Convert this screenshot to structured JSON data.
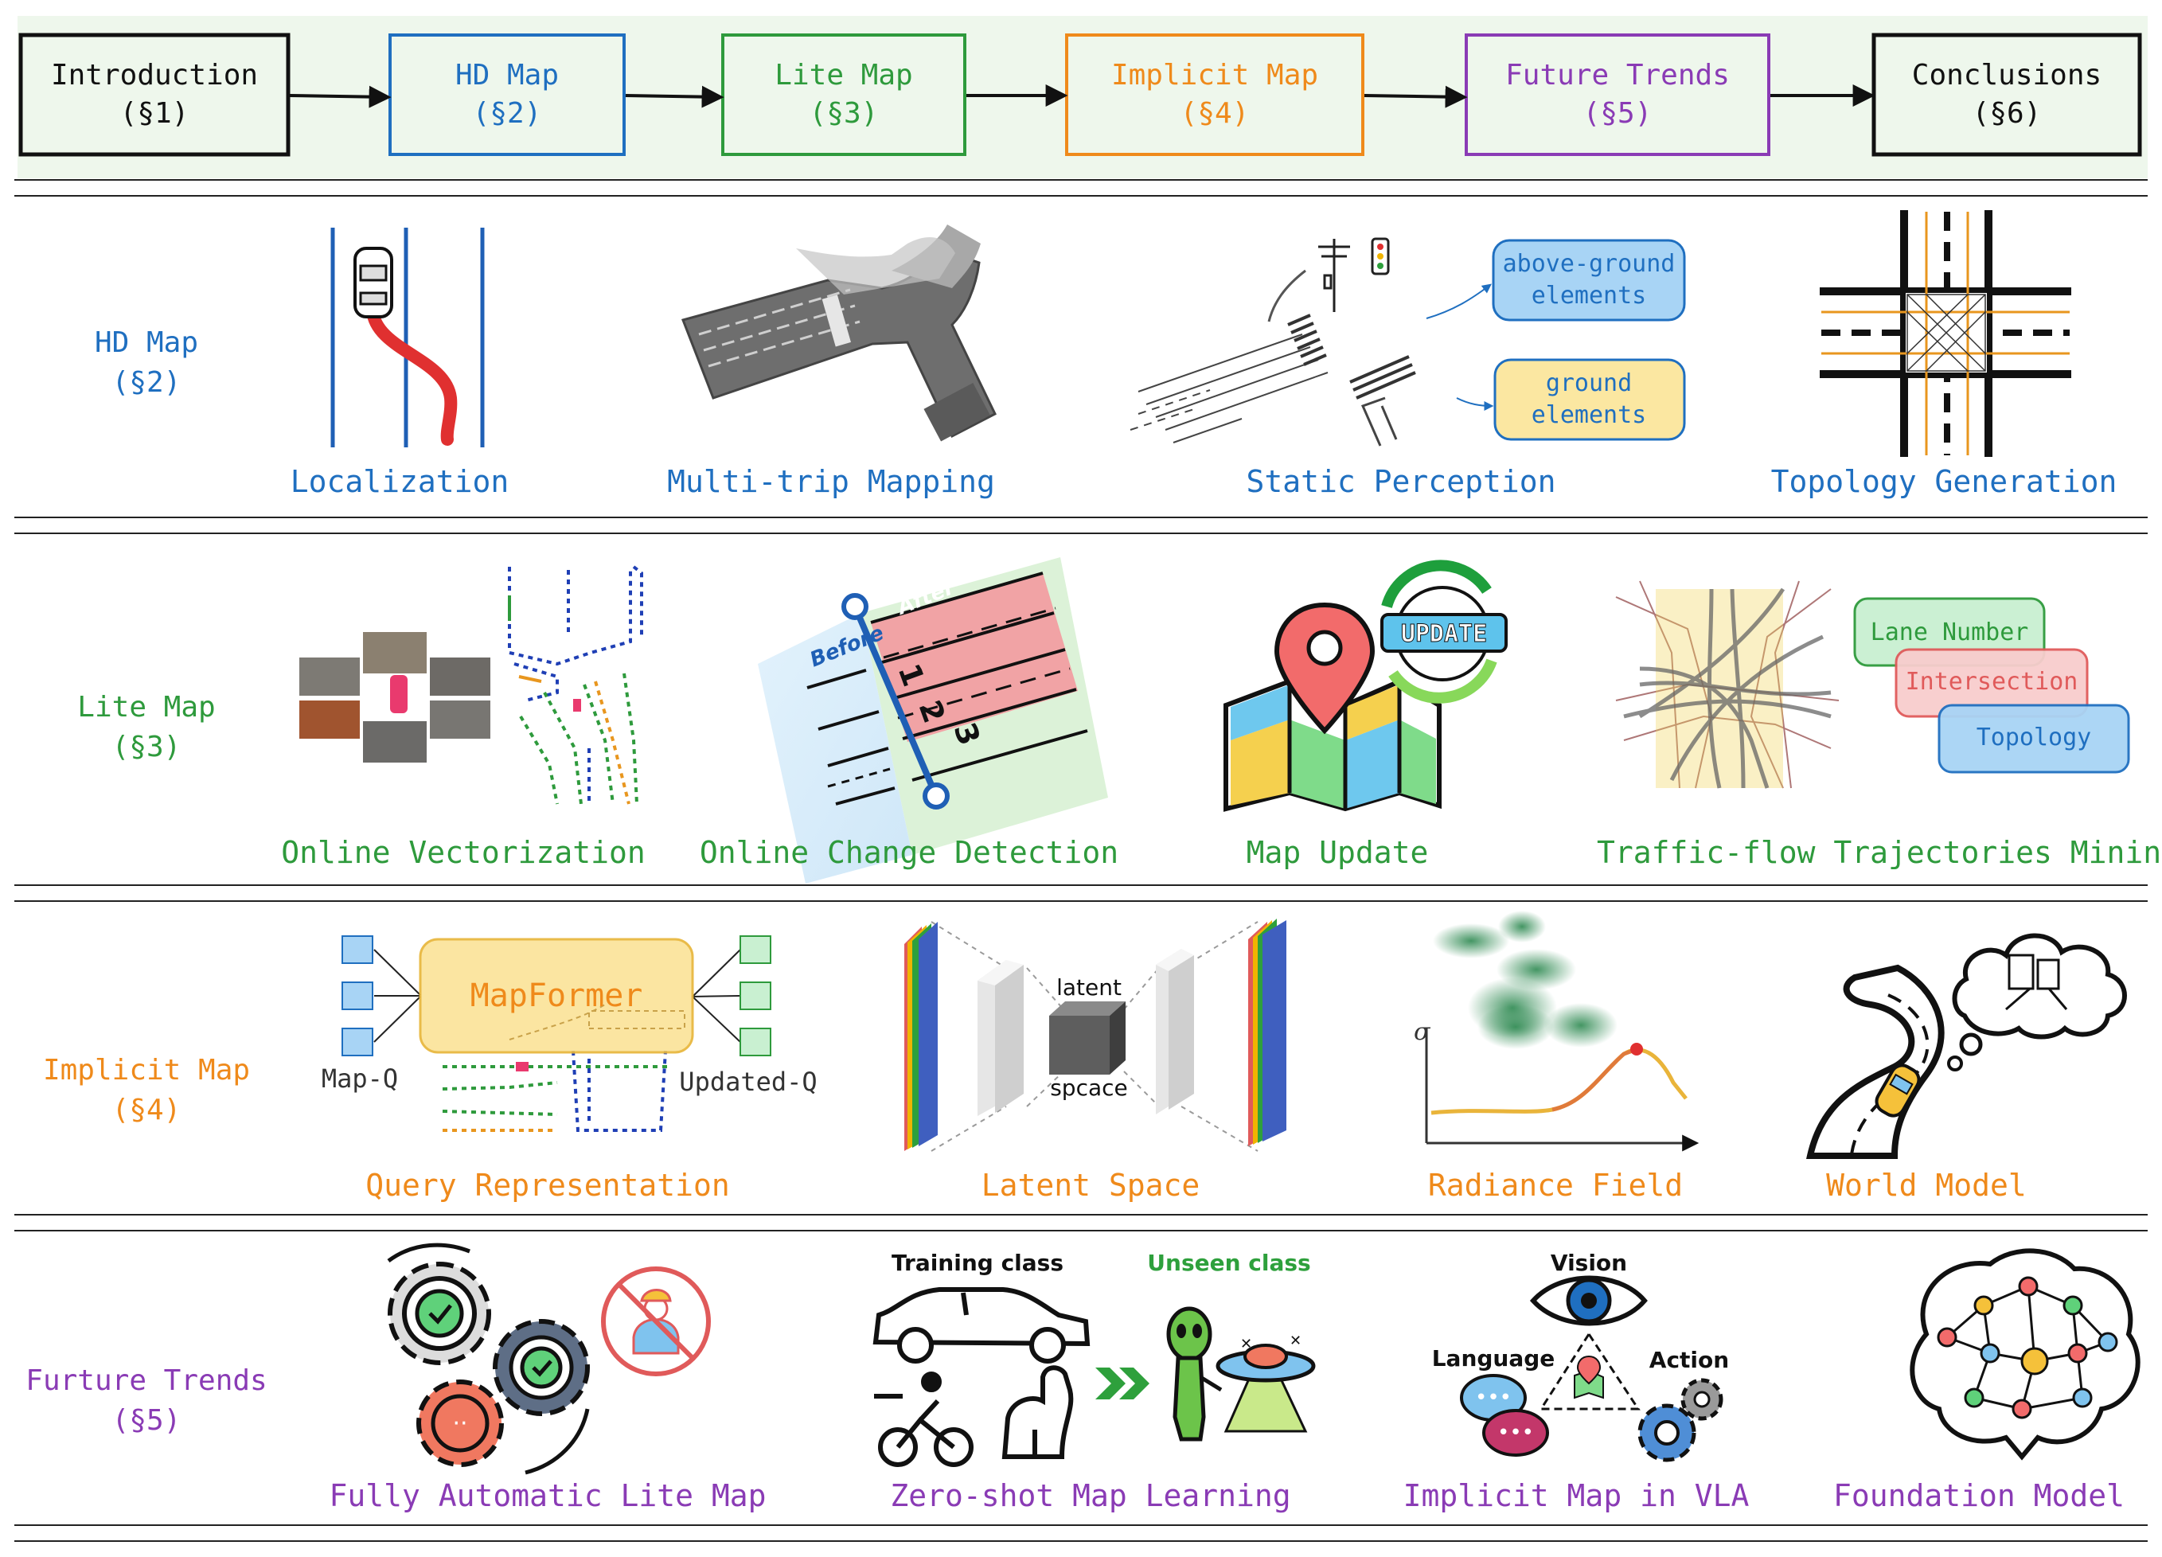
{
  "flow": {
    "steps": [
      {
        "title": "Introduction",
        "sec": "(§1)",
        "color": "#111111"
      },
      {
        "title": "HD Map",
        "sec": "(§2)",
        "color": "#1f6fc0"
      },
      {
        "title": "Lite Map",
        "sec": "(§3)",
        "color": "#2e9a3c"
      },
      {
        "title": "Implicit Map",
        "sec": "(§4)",
        "color": "#ef8a1b"
      },
      {
        "title": "Future Trends",
        "sec": "(§5)",
        "color": "#8a3bb5"
      },
      {
        "title": "Conclusions",
        "sec": "(§6)",
        "color": "#111111"
      }
    ]
  },
  "rows": {
    "hd": {
      "title": "HD Map",
      "sec": "(§2)",
      "color": "#1f6fc0",
      "items": [
        "Localization",
        "Multi-trip Mapping",
        "Static Perception",
        "Topology Generation"
      ],
      "bubbles": {
        "above": [
          "above-ground",
          "elements"
        ],
        "ground": [
          "ground",
          "elements"
        ]
      }
    },
    "lite": {
      "title": "Lite Map",
      "sec": "(§3)",
      "color": "#2e9a3c",
      "items": [
        "Online Vectorization",
        "Online Change Detection",
        "Map Update",
        "Traffic-flow Trajectories Mining"
      ],
      "change": {
        "before": "Before",
        "after": "After",
        "lanes": [
          "1",
          "2",
          "3"
        ]
      },
      "update_label": "UPDATE",
      "tags": [
        "Lane Number",
        "Intersection",
        "Topology"
      ]
    },
    "implicit": {
      "title": "Implicit Map",
      "sec": "(§4)",
      "color": "#ef8a1b",
      "items": [
        "Query Representation",
        "Latent Space",
        "Radiance Field",
        "World Model"
      ],
      "mapformer": "MapFormer",
      "map_q": "Map-Q",
      "updated_q": "Updated-Q",
      "latent": "latent",
      "spcace": "spcace",
      "sigma": "σ"
    },
    "future": {
      "title": "Furture Trends",
      "sec": "(§5)",
      "color": "#8a3bb5",
      "items": [
        "Fully Automatic Lite Map",
        "Zero-shot Map Learning",
        "Implicit Map in VLA",
        "Foundation Model"
      ],
      "training_class": "Training class",
      "unseen_class": "Unseen class",
      "vision": "Vision",
      "language": "Language",
      "action": "Action"
    }
  },
  "colors": {
    "band": "#eef7ec",
    "blue_bubble": "#a8d4f5",
    "yellow_bubble": "#fbe7a1",
    "road_red": "#e05a5a"
  }
}
